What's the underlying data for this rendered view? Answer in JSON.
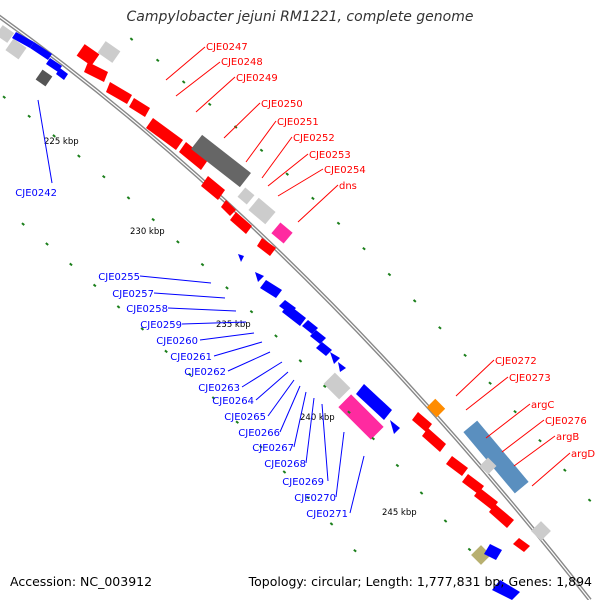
{
  "title": "Campylobacter jejuni RM1221, complete genome",
  "footer": {
    "accession": "Accession: NC_003912",
    "summary": "Topology: circular; Length: 1,777,831 bp; Genes: 1,894"
  },
  "ticks": [
    "225 kbp",
    "230 kbp",
    "235 kbp",
    "240 kbp",
    "245 kbp"
  ],
  "labels_red": [
    "CJE0247",
    "CJE0248",
    "CJE0249",
    "CJE0250",
    "CJE0251",
    "CJE0252",
    "CJE0253",
    "CJE0254",
    "dns",
    "CJE0272",
    "CJE0273",
    "argC",
    "CJE0276",
    "argB",
    "argD"
  ],
  "labels_blue": [
    "CJE0242",
    "CJE0255",
    "CJE0257",
    "CJE0258",
    "CJE0259",
    "CJE0260",
    "CJE0261",
    "CJE0262",
    "CJE0263",
    "CJE0264",
    "CJE0265",
    "CJE0266",
    "CJE0267",
    "CJE0268",
    "CJE0269",
    "CJE0270",
    "CJE0271"
  ],
  "colors": {
    "forward": "#ff0000",
    "reverse": "#0000ff",
    "grey": "#cccccc",
    "darkgrey": "#666666",
    "steelblue": "#5a8fbf",
    "pink": "#ff2aa0",
    "orange": "#ff8c00",
    "olive": "#b8b070",
    "tick": "#1b7f1b",
    "backbone": "#888888"
  }
}
